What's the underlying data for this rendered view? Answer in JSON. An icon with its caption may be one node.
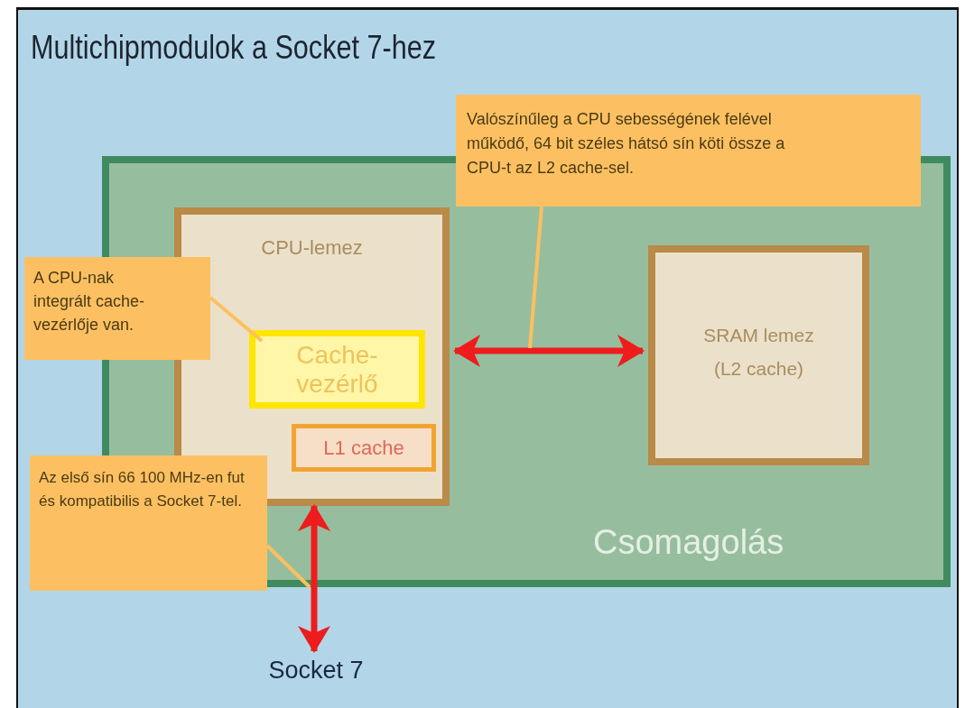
{
  "diagram": {
    "title": "Multichipmodulok a Socket 7-hez",
    "nodes": [
      {
        "text": [
          "Csomagolás"
        ]
      },
      {
        "text": [
          "CPU-lemez"
        ],
        "in": 0
      },
      {
        "text": [
          "Cache-vezérlő"
        ],
        "in": 1
      },
      {
        "text": [
          "L1 cache"
        ],
        "in": 1
      },
      {
        "text": [
          "SRAM lemez (L2 cache)"
        ],
        "in": 0
      },
      {
        "text": [
          "Socket 7"
        ]
      },
      {
        "text": [
          "A CPU-nak integrált cache-vezérlője van."
        ]
      },
      {
        "text": [
          "Valószínűleg a CPU sebességének felével működő, 64 bit széles hátsó sín köti össze a CPU-t az L2 cache-sel."
        ]
      },
      {
        "text": [
          "Az első sín 66 100 MHz-en fut és kompatibilis a Socket 7-tel."
        ]
      }
    ],
    "edges": [
      {
        "from": 1,
        "to": 4,
        "arrow": "both",
        "color": "#ee1c1c"
      },
      {
        "from": 1,
        "to": 5,
        "arrow": "both",
        "color": "#ee1c1c"
      },
      {
        "from": 6,
        "to": 2,
        "arrow": "none",
        "color": "#fcc060"
      },
      {
        "from": 7,
        "to": null,
        "arrow": "none",
        "color": "#fcc060"
      },
      {
        "from": 8,
        "to": 0,
        "arrow": "none",
        "color": "#fcc060"
      }
    ]
  }
}
